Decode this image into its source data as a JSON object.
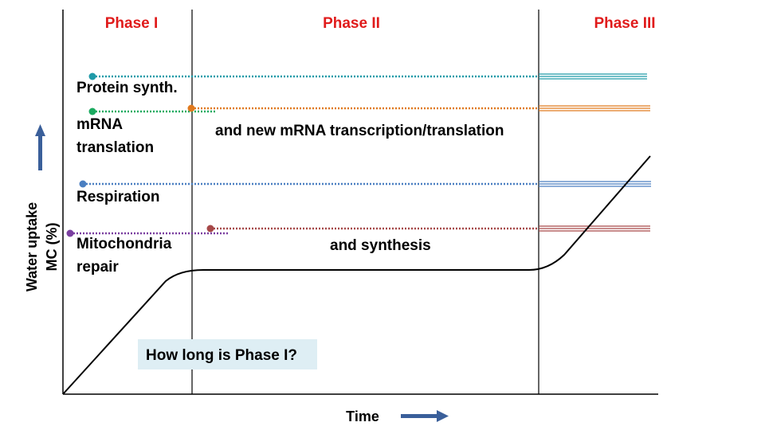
{
  "phases": [
    {
      "label": "Phase I"
    },
    {
      "label": "Phase II"
    },
    {
      "label": "Phase III"
    }
  ],
  "processes": {
    "protein": {
      "label": "Protein synth.",
      "color": "#1f9aa8"
    },
    "mrna": {
      "label_line1": "mRNA",
      "label_line2": "translation",
      "color": "#1aaa5f",
      "phase2_color": "#e07a1f",
      "phase2_label": "and new mRNA transcription/translation"
    },
    "respiration": {
      "label": "Respiration",
      "color": "#4a7fc1"
    },
    "mito": {
      "label_line1": "Mitochondria",
      "label_line2": "repair",
      "color": "#7a3fa0",
      "phase2_color": "#a64848",
      "phase2_label": "and synthesis"
    }
  },
  "axes": {
    "ylabel_line1": "Water uptake",
    "ylabel_line2": "MC (%)",
    "xlabel": "Time"
  },
  "question": "How long is Phase I?",
  "colors": {
    "phase_label": "#e01b1b",
    "arrow": "#3a5f9a",
    "question_bg": "#deeef4"
  }
}
